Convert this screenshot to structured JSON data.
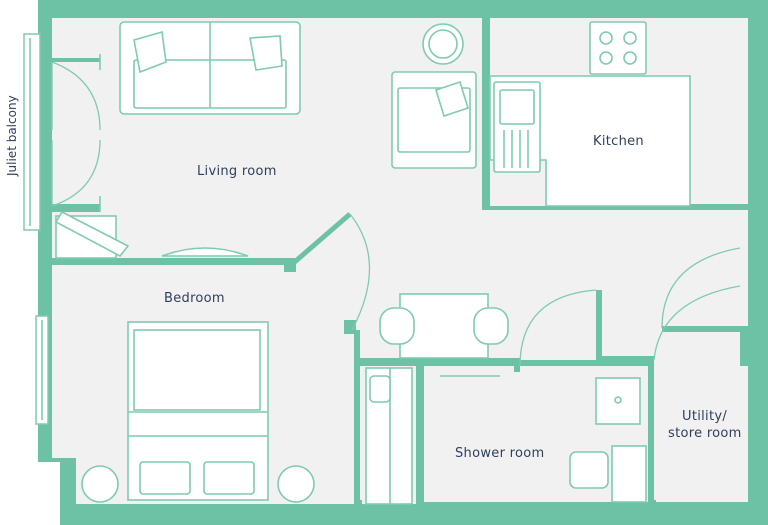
{
  "rooms": {
    "living": "Living room",
    "kitchen": "Kitchen",
    "bedroom": "Bedroom",
    "shower": "Shower room",
    "utility_line1": "Utility/",
    "utility_line2": "store room"
  },
  "balcony_label": "Juliet balcony",
  "colors": {
    "wall": "#6dc2a6",
    "floor": "#f1f1f1",
    "furniture_stroke": "#7fcbb0",
    "label_text": "#2e3f5c"
  }
}
